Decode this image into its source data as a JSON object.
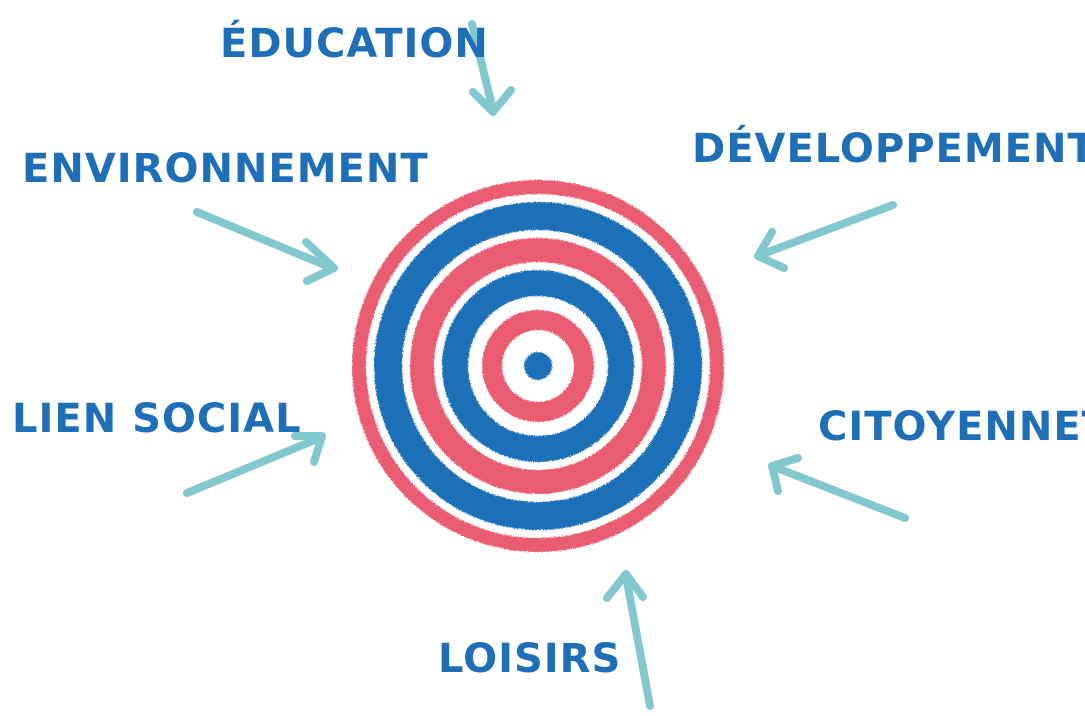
{
  "labels": {
    "education": "ÉDUCATION",
    "developpement": "DÉVELOPPEMENT",
    "environnement": "ENVIRONNEMENT",
    "lien_social": "LIEN SOCIAL",
    "citoyennete": "CITOYENNETÉ",
    "loisirs": "LOISIRS"
  },
  "colors": {
    "text": "#1e6fb8",
    "arrow": "#82c9cf",
    "ring_red": "#ea5b72",
    "ring_blue": "#1e6fb8",
    "background": "#ffffff"
  },
  "icons": {
    "center": "target-icon",
    "pointers": "arrow-icon"
  }
}
